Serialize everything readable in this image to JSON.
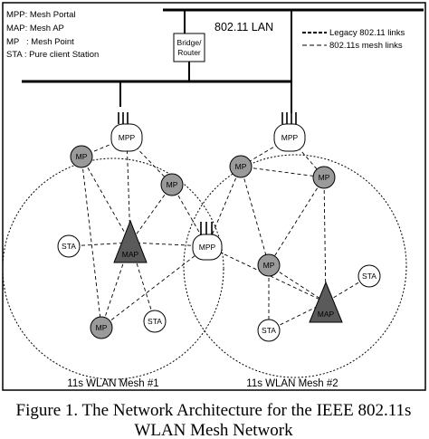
{
  "legend_box": {
    "items": [
      "MPP: Mesh Portal",
      "MAP: Mesh AP",
      "MP   : Mesh Point",
      "STA : Pure client Station"
    ]
  },
  "link_legend": {
    "legacy": "Legacy 802.11 links",
    "mesh": "802.11s mesh links"
  },
  "lan_label": "802.11 LAN",
  "bridge": {
    "line1": "Bridge/",
    "line2": "Router"
  },
  "mesh_labels": {
    "mesh1": "11s WLAN Mesh #1",
    "mesh2": "11s WLAN Mesh #2"
  },
  "caption": {
    "line1": "Figure 1. The Network Architecture for the IEEE 802.11s",
    "line2": "WLAN Mesh Network"
  },
  "nodes": {
    "mpp_left": "MPP",
    "mpp_right": "MPP",
    "mpp_center": "MPP",
    "mp_l1": "MP",
    "mp_l2": "MP",
    "mp_l3": "MP",
    "mp_r1": "MP",
    "mp_r2": "MP",
    "mp_r3": "MP",
    "map_left": "MAP",
    "map_right": "MAP",
    "sta_l1": "STA",
    "sta_l2": "STA",
    "sta_r1": "STA",
    "sta_r2": "STA"
  },
  "colors": {
    "mp_fill": "#9a9a9a",
    "map_fill": "#5a5a5a",
    "mpp_fill": "#ffffff",
    "sta_fill": "#ffffff",
    "line": "#000000"
  }
}
